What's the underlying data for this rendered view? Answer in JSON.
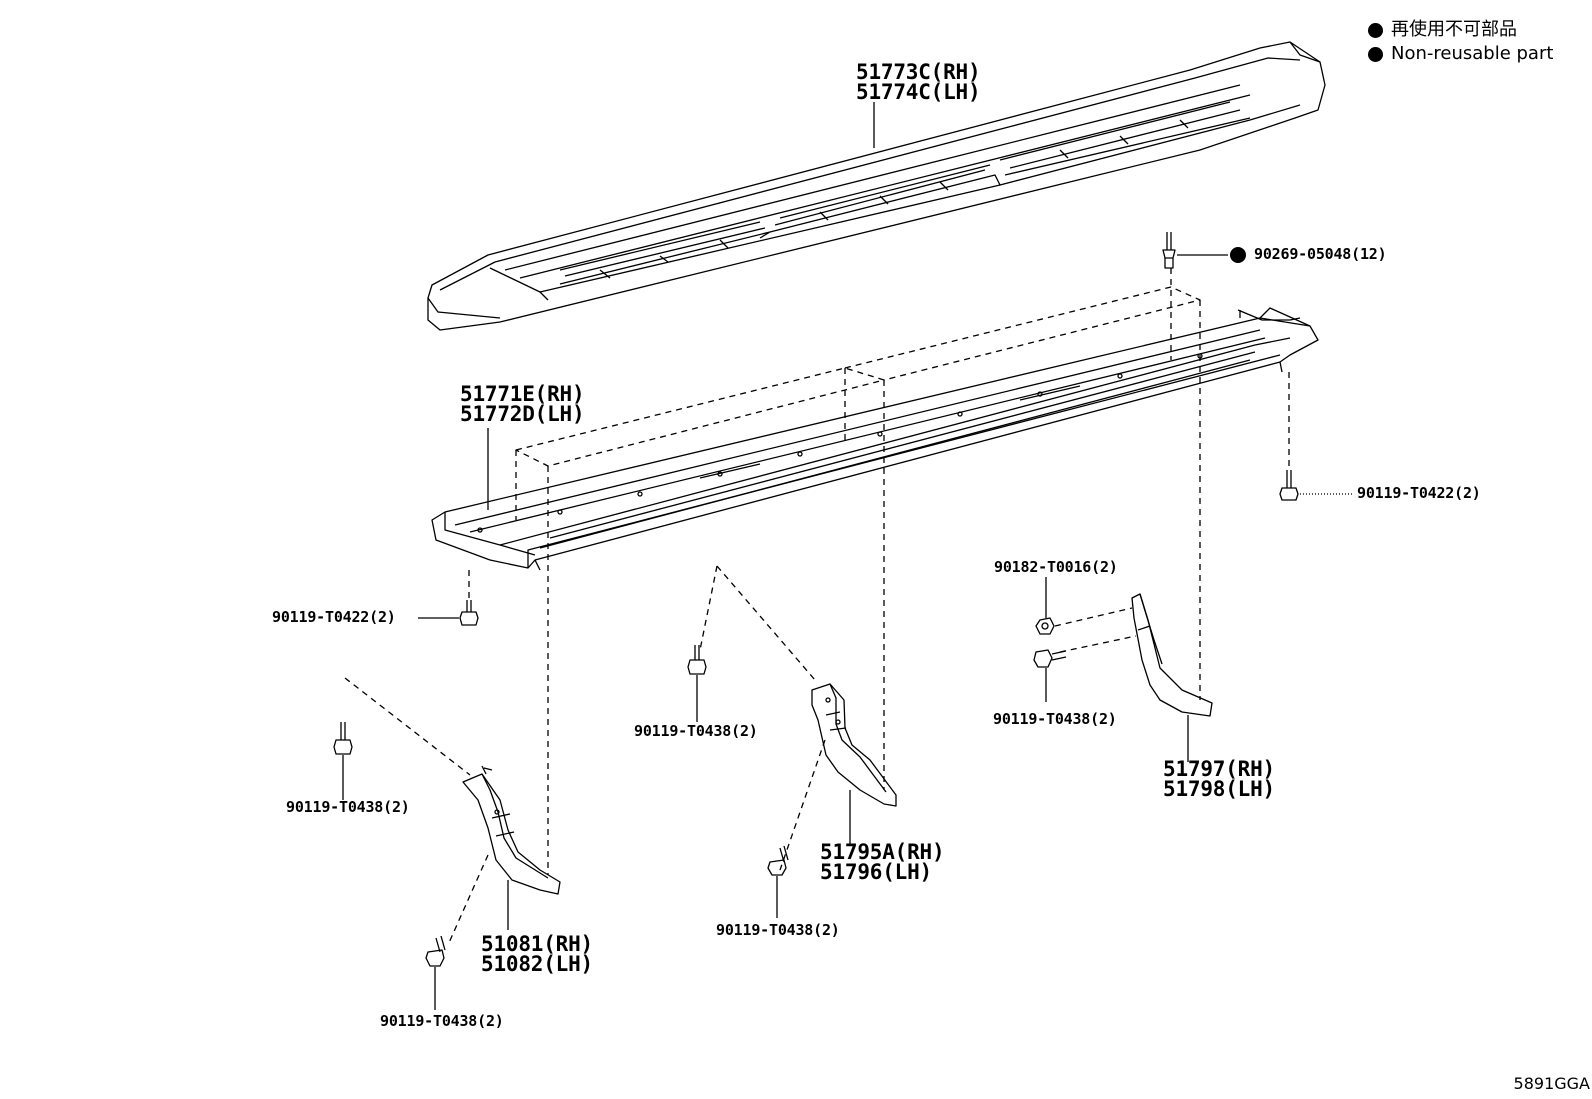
{
  "legend": {
    "symbol": "●",
    "line_jp": "再使用不可部品",
    "line_en": "Non-reusable part"
  },
  "parts": {
    "step_cover": [
      "51773C(RH)",
      "51774C(LH)"
    ],
    "step_assy": [
      "51771E(RH)",
      "51772D(LH)"
    ],
    "clip": "90269-05048(12)",
    "bolt_right": "90119-T0422(2)",
    "bolt_left": "90119-T0422(2)",
    "nut": "90182-T0016(2)",
    "bolt_bracket_r": "90119-T0438(2)",
    "bracket_rear": [
      "51797(RH)",
      "51798(LH)"
    ],
    "bolt_center_top": "90119-T0438(2)",
    "bracket_center": [
      "51795A(RH)",
      "51796(LH)"
    ],
    "bolt_center_bottom": "90119-T0438(2)",
    "bolt_front_top": "90119-T0438(2)",
    "bracket_front": [
      "51081(RH)",
      "51082(LH)"
    ],
    "bolt_front_bottom": "90119-T0438(2)"
  },
  "figure_code": "5891GGA"
}
